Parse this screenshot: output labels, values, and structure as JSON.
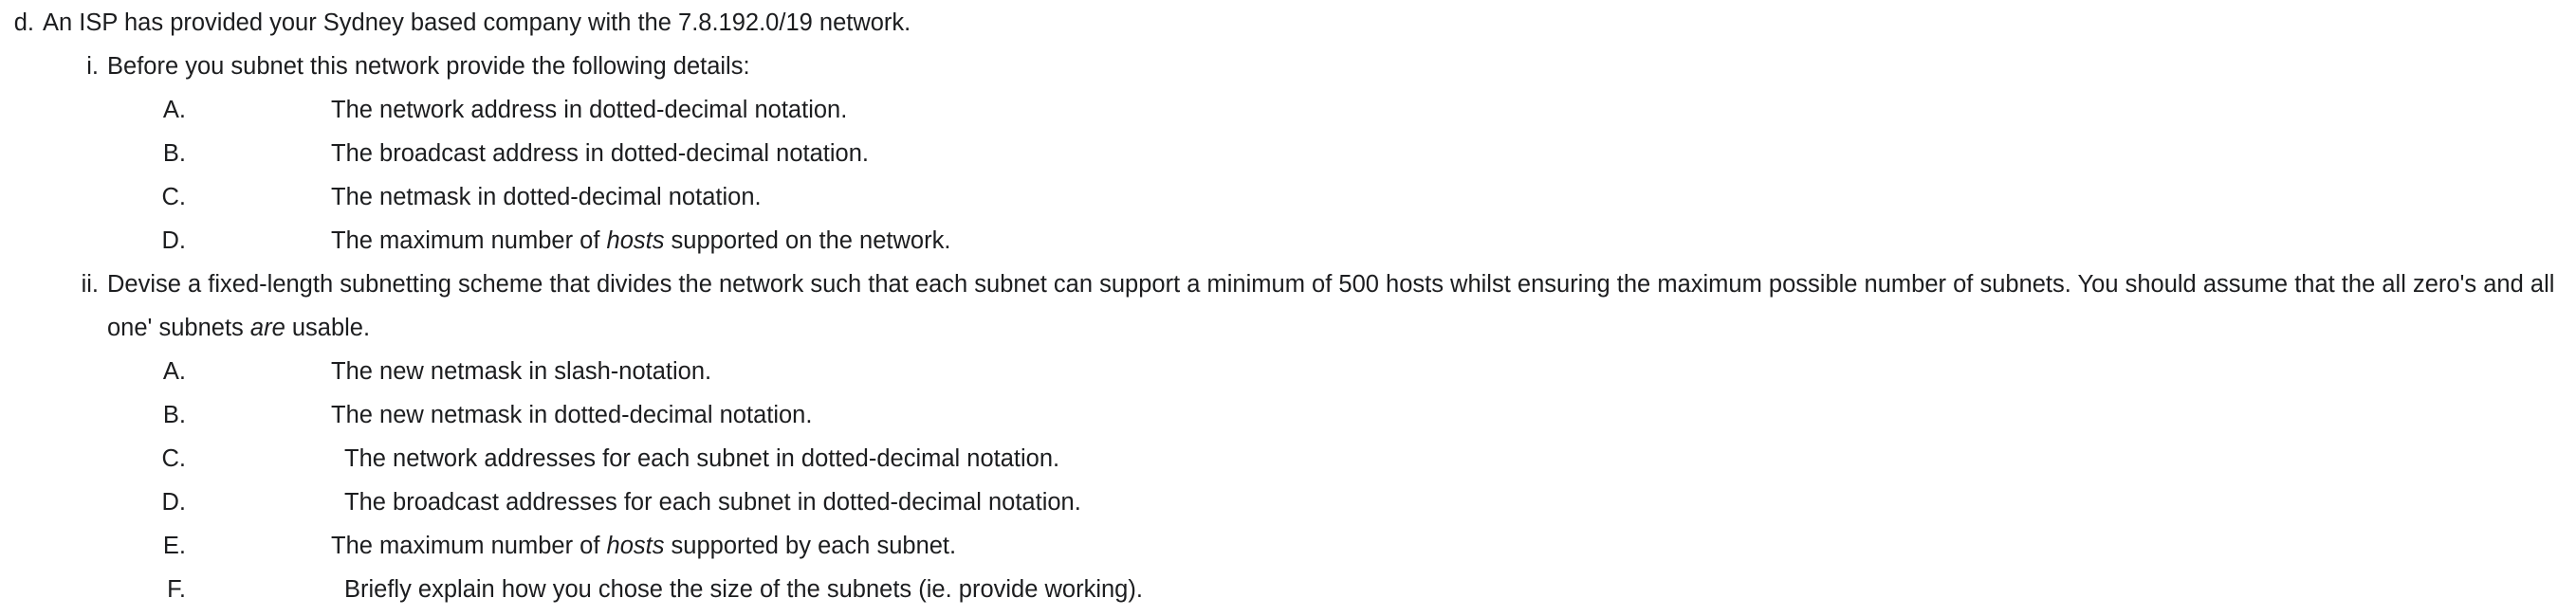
{
  "document": {
    "background_color": "#ffffff",
    "text_color": "#1c1d1f",
    "top_item": {
      "marker": "d.",
      "text": "An ISP has provided your Sydney based company with the 7.8.192.0/19 network."
    },
    "sections": [
      {
        "marker": "i.",
        "text": "Before you subnet this network provide the following details:",
        "continuation": "",
        "items": [
          {
            "marker": "A.",
            "text_before": "The network address in dotted-decimal notation.",
            "emphasis": "",
            "text_after": "",
            "extra_indent": false
          },
          {
            "marker": "B.",
            "text_before": "The broadcast address in dotted-decimal notation.",
            "emphasis": "",
            "text_after": "",
            "extra_indent": false
          },
          {
            "marker": "C.",
            "text_before": "The netmask in dotted-decimal notation.",
            "emphasis": "",
            "text_after": "",
            "extra_indent": false
          },
          {
            "marker": "D.",
            "text_before": "The maximum number of ",
            "emphasis": "hosts",
            "text_after": " supported on the network.",
            "extra_indent": false
          }
        ]
      },
      {
        "marker": "ii.",
        "text_before": "Devise a fixed-length subnetting scheme that divides the network such that each subnet can support a minimum of 500 hosts whilst ensuring the maximum possible number of subnets. You should assume that the all zero's and all one' subnets ",
        "emphasis": "are",
        "text_after": " usable.",
        "items": [
          {
            "marker": "A.",
            "text_before": "The new netmask in slash-notation.",
            "emphasis": "",
            "text_after": "",
            "extra_indent": false
          },
          {
            "marker": "B.",
            "text_before": "The new netmask in dotted-decimal notation.",
            "emphasis": "",
            "text_after": "",
            "extra_indent": false
          },
          {
            "marker": "C.",
            "text_before": "The network addresses for each subnet in dotted-decimal notation.",
            "emphasis": "",
            "text_after": "",
            "extra_indent": true
          },
          {
            "marker": "D.",
            "text_before": "The broadcast addresses for each subnet in dotted-decimal notation.",
            "emphasis": "",
            "text_after": "",
            "extra_indent": true
          },
          {
            "marker": "E.",
            "text_before": "The maximum number of ",
            "emphasis": "hosts",
            "text_after": " supported by each subnet.",
            "extra_indent": false
          },
          {
            "marker": "F.",
            "text_before": "Briefly explain how you chose the size of the subnets (ie. provide working).",
            "emphasis": "",
            "text_after": "",
            "extra_indent": true
          }
        ]
      }
    ]
  }
}
